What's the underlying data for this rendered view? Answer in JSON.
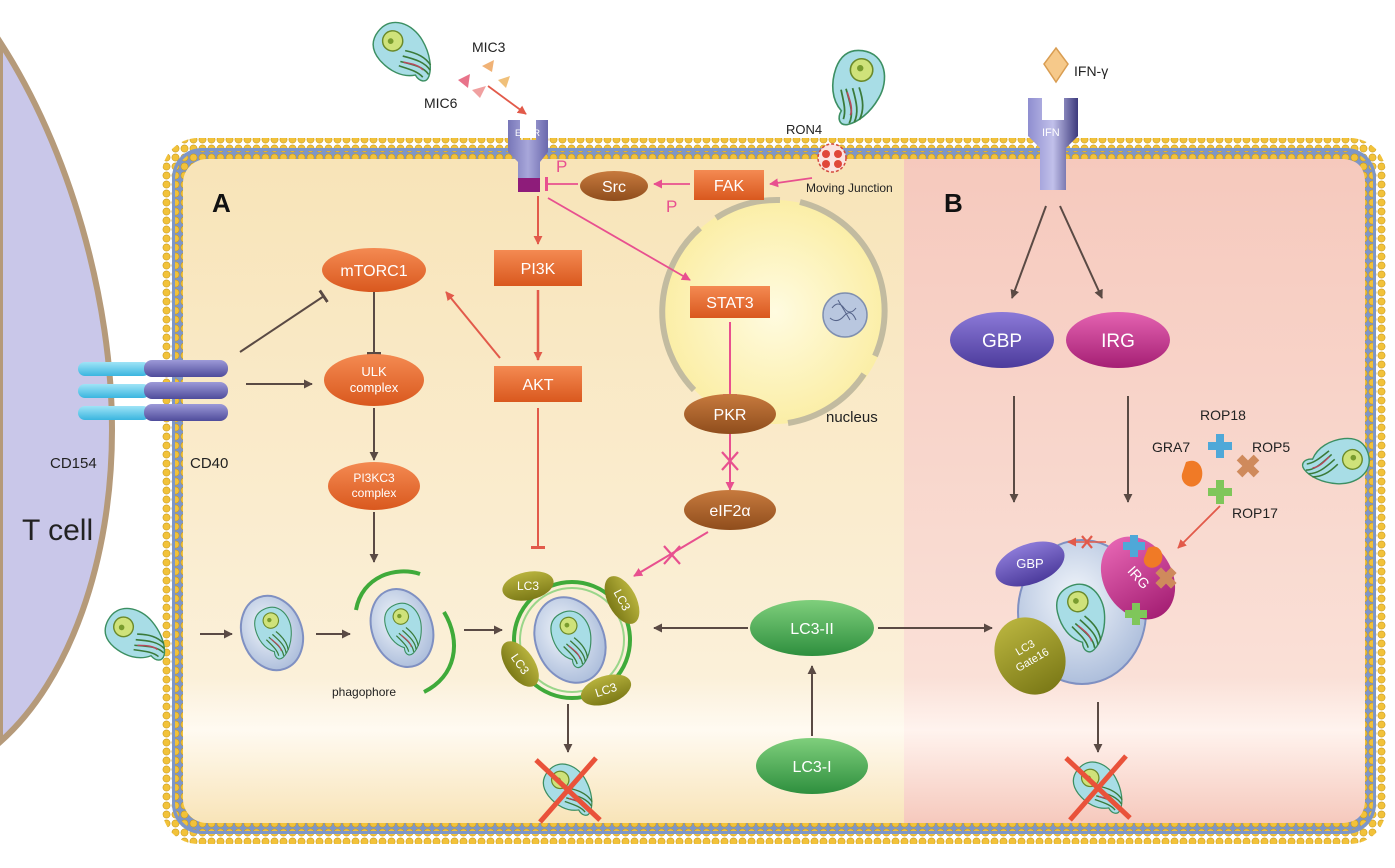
{
  "panels": {
    "a": "A",
    "b": "B"
  },
  "cells": {
    "t_cell": "T cell",
    "nucleus": "nucleus",
    "phagophore": "phagophore"
  },
  "receptors": {
    "cd154": "CD154",
    "cd40": "CD40",
    "egfr": "EGFR",
    "ifn": "IFN"
  },
  "ligands": {
    "mic3": "MIC3",
    "mic6": "MIC6",
    "ifn_gamma": "IFN-γ",
    "ron4": "RON4",
    "moving_junction": "Moving Junction"
  },
  "nodes": {
    "src": "Src",
    "fak": "FAK",
    "mtorc1": "mTORC1",
    "pi3k": "PI3K",
    "akt": "AKT",
    "stat3": "STAT3",
    "pkr": "PKR",
    "eif2a": "eIF2α",
    "ulk": [
      "ULK",
      "complex"
    ],
    "pi3kc3": [
      "PI3KC3",
      "complex"
    ],
    "lc3_ii": "LC3-II",
    "lc3_i": "LC3-I",
    "lc3": "LC3",
    "gbp": "GBP",
    "irg": "IRG",
    "lc3_gate16": [
      "LC3",
      "Gate16"
    ]
  },
  "effectors": {
    "rop18": "ROP18",
    "gra7": "GRA7",
    "rop5": "ROP5",
    "rop17": "ROP17"
  },
  "phospho": "P"
}
